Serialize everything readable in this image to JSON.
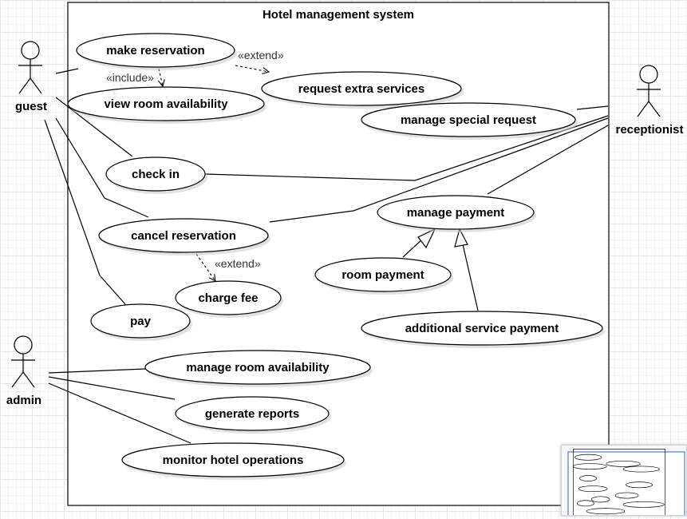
{
  "diagram": {
    "system_title": "Hotel management system",
    "actors": {
      "guest": "guest",
      "receptionist": "receptionist",
      "admin": "admin"
    },
    "use_cases": {
      "make_reservation": "make reservation",
      "view_room_availability": "view room availability",
      "request_extra_services": "request extra services",
      "manage_special_request": "manage special request",
      "check_in": "check in",
      "cancel_reservation": "cancel reservation",
      "charge_fee": "charge fee",
      "pay": "pay",
      "manage_payment": "manage payment",
      "room_payment": "room payment",
      "additional_service_payment": "additional service payment",
      "manage_room_availability": "manage room availability",
      "generate_reports": "generate reports",
      "monitor_hotel_operations": "monitor hotel operations"
    },
    "stereotypes": {
      "include": "«include»",
      "extend_1": "«extend»",
      "extend_2": "«extend»"
    }
  }
}
